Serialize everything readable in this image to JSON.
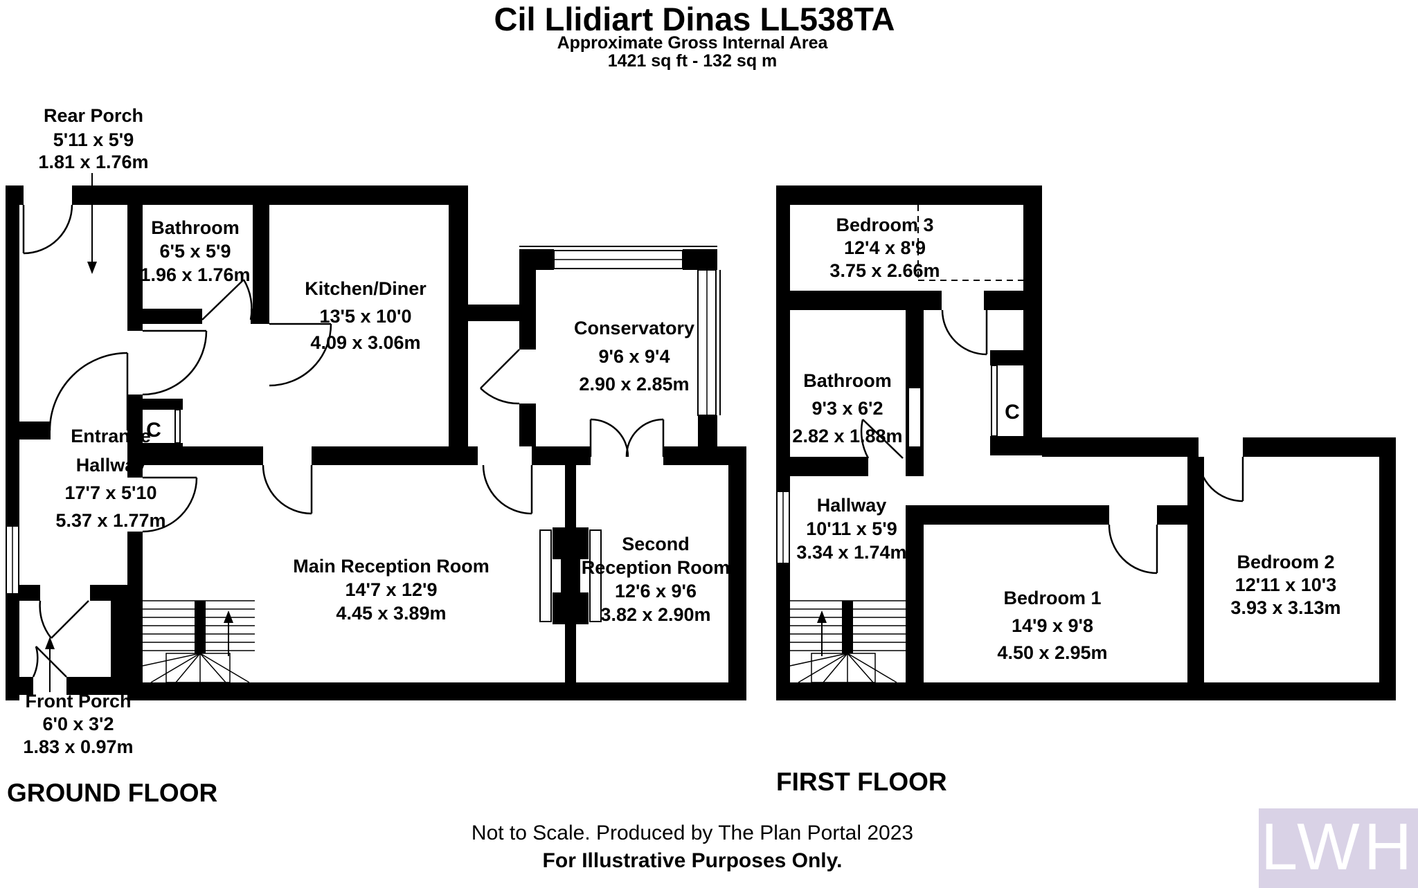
{
  "title": "Cil Llidiart Dinas LL538TA",
  "subtitle": "Approximate Gross Internal Area",
  "area": "1421 sq ft - 132 sq m",
  "floors": {
    "ground": {
      "label": "GROUND FLOOR",
      "rooms": {
        "rear_porch": {
          "lines": [
            "Rear Porch",
            "5'11 x 5'9",
            "1.81 x 1.76m"
          ]
        },
        "bathroom": {
          "lines": [
            "Bathroom",
            "6'5 x 5'9",
            "1.96 x 1.76m"
          ]
        },
        "kitchen": {
          "lines": [
            "Kitchen/Diner",
            "13'5 x 10'0",
            "4.09 x 3.06m"
          ]
        },
        "conservatory": {
          "lines": [
            "Conservatory",
            "9'6 x 9'4",
            "2.90 x 2.85m"
          ]
        },
        "entrance_hallway": {
          "lines": [
            "Entrance",
            "Hallway",
            "17'7 x 5'10",
            "5.37 x 1.77m"
          ]
        },
        "main_reception": {
          "lines": [
            "Main Reception Room",
            "14'7 x 12'9",
            "4.45 x 3.89m"
          ]
        },
        "second_reception": {
          "lines": [
            "Second",
            "Reception Room",
            "12'6 x 9'6",
            "3.82 x 2.90m"
          ]
        },
        "front_porch": {
          "lines": [
            "Front Porch",
            "6'0 x 3'2",
            "1.83 x 0.97m"
          ]
        },
        "closet": "C"
      }
    },
    "first": {
      "label": "FIRST FLOOR",
      "rooms": {
        "bedroom3": {
          "lines": [
            "Bedroom 3",
            "12'4 x 8'9",
            "3.75 x 2.66m"
          ]
        },
        "bathroom": {
          "lines": [
            "Bathroom",
            "9'3 x 6'2",
            "2.82 x 1.88m"
          ]
        },
        "hallway": {
          "lines": [
            "Hallway",
            "10'11 x 5'9",
            "3.34 x 1.74m"
          ]
        },
        "bedroom1": {
          "lines": [
            "Bedroom 1",
            "14'9 x 9'8",
            "4.50 x 2.95m"
          ]
        },
        "bedroom2": {
          "lines": [
            "Bedroom 2",
            "12'11 x 10'3",
            "3.93 x 3.13m"
          ]
        },
        "closet": "C"
      }
    }
  },
  "footer": {
    "line1": "Not to Scale. Produced by The Plan Portal 2023",
    "line2": "For Illustrative Purposes Only."
  },
  "watermark": {
    "text": "LWH",
    "background": "#d9d2e6",
    "color": "#ffffff"
  },
  "colors": {
    "walls": "#000000",
    "background": "#ffffff"
  }
}
